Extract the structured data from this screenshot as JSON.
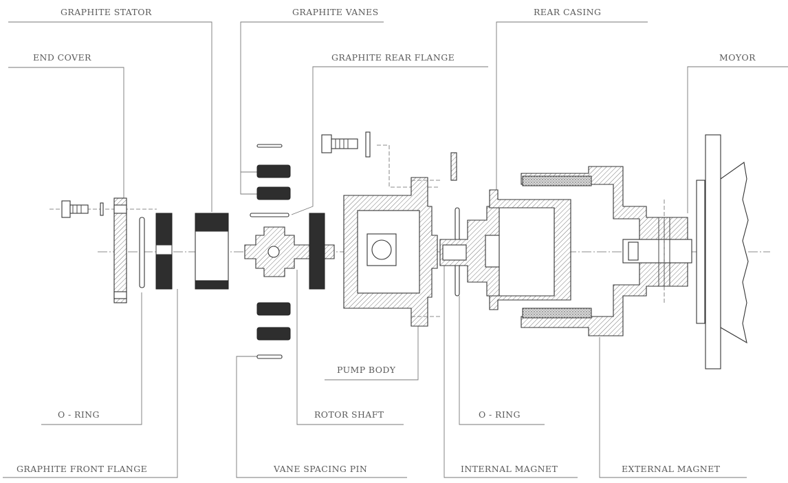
{
  "labels": {
    "graphite_stator": "GRAPHITE STATOR",
    "graphite_vanes": "GRAPHITE VANES",
    "rear_casing": "REAR CASING",
    "end_cover": "END COVER",
    "graphite_rear_flange": "GRAPHITE REAR FLANGE",
    "motor": "MOYOR",
    "pump_body": "PUMP BODY",
    "o_ring_left": "O - RING",
    "rotor_shaft": "ROTOR SHAFT",
    "o_ring_right": "O - RING",
    "graphite_front_flange": "GRAPHITE FRONT FLANGE",
    "vane_spacing_pin": "VANE SPACING PIN",
    "internal_magnet": "INTERNAL MAGNET",
    "external_magnet": "EXTERNAL MAGNET"
  }
}
